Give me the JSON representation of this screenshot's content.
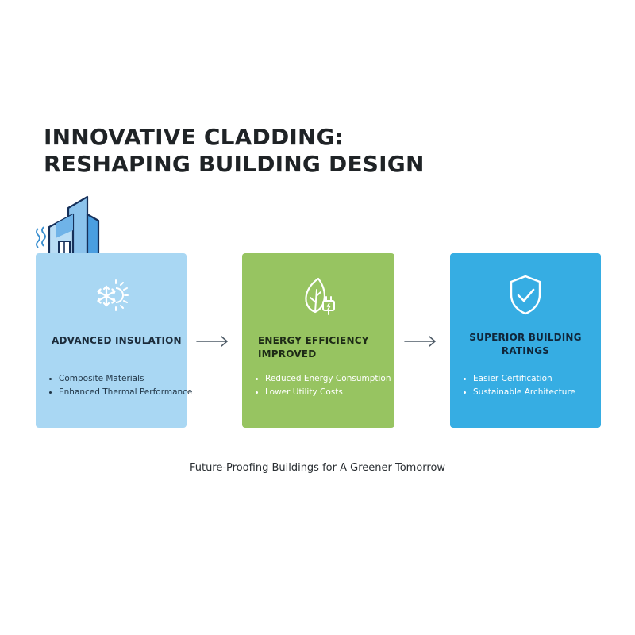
{
  "title": {
    "line1": "INNOVATIVE CLADDING:",
    "line2": "RESHAPING BUILDING DESIGN"
  },
  "header_icon": "building-icon",
  "cards": [
    {
      "icon": "snowflake-sun-icon",
      "heading": "ADVANCED INSULATION",
      "bullets": [
        "Composite Materials",
        "Enhanced Thermal Performance"
      ],
      "color": "#a9d7f3"
    },
    {
      "icon": "leaf-plug-icon",
      "heading_line1": "ENERGY EFFICIENCY",
      "heading_line2": "IMPROVED",
      "bullets": [
        "Reduced Energy Consumption",
        "Lower Utility Costs"
      ],
      "color": "#97c461"
    },
    {
      "icon": "shield-check-icon",
      "heading_line1": "SUPERIOR BUILDING",
      "heading_line2": "RATINGS",
      "bullets": [
        "Easier Certification",
        "Sustainable Architecture"
      ],
      "color": "#36ade3"
    }
  ],
  "connector_icon": "arrow-right-icon",
  "tagline": "Future-Proofing Buildings for A Greener Tomorrow"
}
